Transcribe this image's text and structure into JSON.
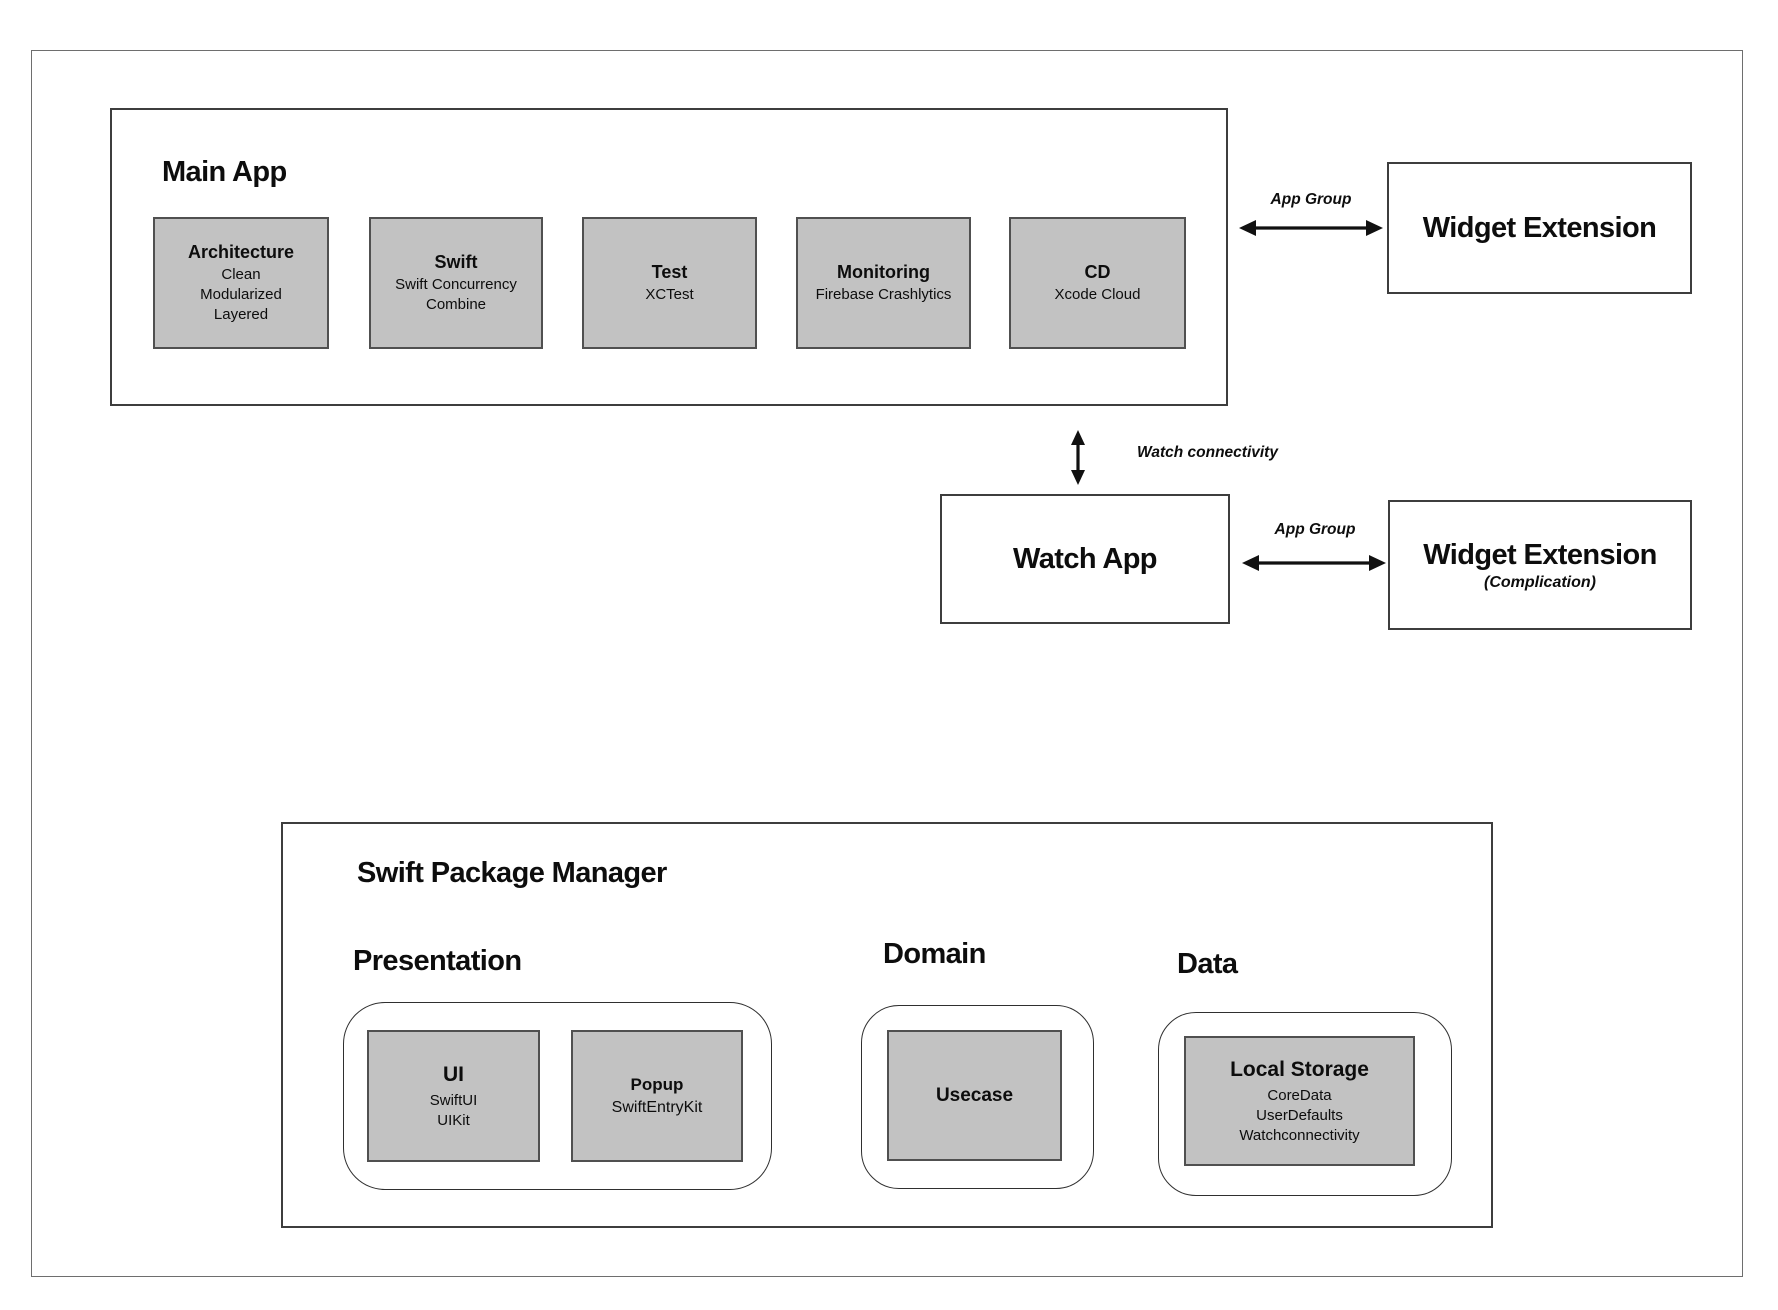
{
  "main_app": {
    "title": "Main App",
    "cards": [
      {
        "title": "Architecture",
        "lines": [
          "Clean",
          "Modularized",
          "Layered"
        ]
      },
      {
        "title": "Swift",
        "lines": [
          "Swift Concurrency",
          "Combine"
        ]
      },
      {
        "title": "Test",
        "lines": [
          "XCTest"
        ]
      },
      {
        "title": "Monitoring",
        "lines": [
          "Firebase Crashlytics"
        ]
      },
      {
        "title": "CD",
        "lines": [
          "Xcode Cloud"
        ]
      }
    ]
  },
  "widget_extension_top": {
    "title": "Widget Extension"
  },
  "watch_app": {
    "title": "Watch App"
  },
  "widget_extension_watch": {
    "title": "Widget Extension",
    "subtitle": "(Complication)"
  },
  "connections": {
    "app_group_top": "App Group",
    "app_group_bottom": "App Group",
    "watch_connectivity": "Watch connectivity"
  },
  "spm": {
    "title": "Swift Package Manager",
    "sections": [
      {
        "heading": "Presentation",
        "cards": [
          {
            "title": "UI",
            "lines": [
              "SwiftUI",
              "UIKit"
            ]
          },
          {
            "title": "Popup",
            "lines": [
              "SwiftEntryKit"
            ]
          }
        ]
      },
      {
        "heading": "Domain",
        "cards": [
          {
            "title": "Usecase",
            "lines": []
          }
        ]
      },
      {
        "heading": "Data",
        "cards": [
          {
            "title": "Local Storage",
            "lines": [
              "CoreData",
              "UserDefaults",
              "Watchconnectivity"
            ]
          }
        ]
      }
    ]
  },
  "colors": {
    "card_bg": "#c2c2c2",
    "card_border": "#505050",
    "box_border": "#3d3d3d",
    "arrow": "#111111"
  }
}
